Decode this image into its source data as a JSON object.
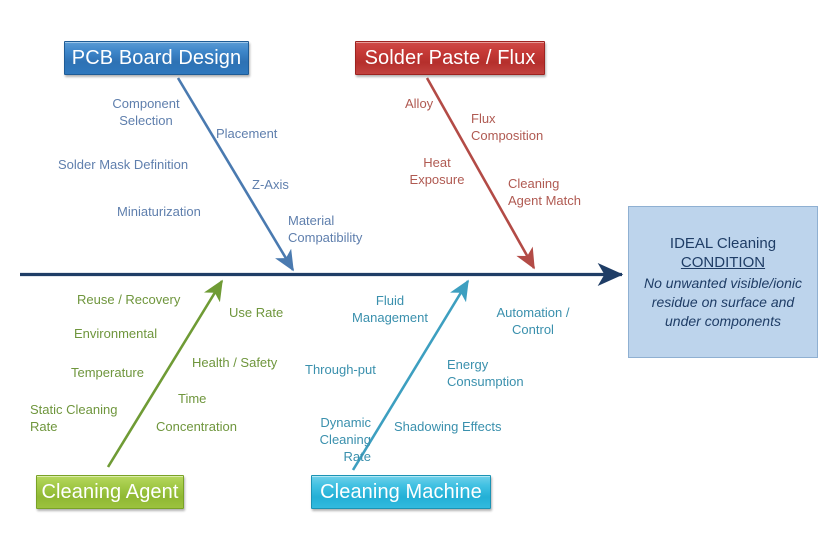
{
  "diagram": {
    "type": "fishbone-ishikawa",
    "title": "Cleaning process cause and effect diagram"
  },
  "spine": {
    "color": "#1f3d66",
    "label": "main-spine-arrow"
  },
  "categories": [
    {
      "id": "pcb-board-design",
      "label": "PCB Board Design",
      "color": "#2e72b4",
      "position": "top-left",
      "branch_color": "#4a7ab0",
      "causes": [
        "Component\nSelection",
        "Placement",
        "Solder Mask Definition",
        "Z-Axis",
        "Miniaturization",
        "Material\nCompatibility"
      ]
    },
    {
      "id": "solder-paste-flux",
      "label": "Solder Paste / Flux",
      "color": "#b52f2c",
      "position": "top-right",
      "branch_color": "#b34b46",
      "causes": [
        "Alloy",
        "Flux\nComposition",
        "Heat\nExposure",
        "Cleaning\nAgent Match"
      ]
    },
    {
      "id": "cleaning-agent",
      "label": "Cleaning Agent",
      "color": "#8fb833",
      "position": "bottom-left",
      "branch_color": "#6f9b35",
      "causes": [
        "Reuse  / Recovery",
        "Use Rate",
        "Environmental",
        "Health / Safety",
        "Temperature",
        "Time",
        "Static Cleaning\nRate",
        "Concentration"
      ]
    },
    {
      "id": "cleaning-machine",
      "label": "Cleaning Machine",
      "color": "#23b0d6",
      "position": "bottom-right",
      "branch_color": "#3d9fc0",
      "causes": [
        "Fluid\nManagement",
        "Automation /\nControl",
        "Through-put",
        "Energy\nConsumption",
        "Dynamic\nCleaning\nRate",
        "Shadowing Effects"
      ]
    }
  ],
  "effect": {
    "heading_line1": "IDEAL Cleaning",
    "heading_line2": "CONDITION",
    "body": "No unwanted visible/ionic residue on surface and under components",
    "background": "#bdd4ec",
    "text_color": "#1f3d66"
  },
  "labels": {
    "pcb_component_selection": "Component\nSelection",
    "pcb_placement": "Placement",
    "pcb_solder_mask": "Solder Mask Definition",
    "pcb_z_axis": "Z-Axis",
    "pcb_miniaturization": "Miniaturization",
    "pcb_material_compat": "Material\nCompatibility",
    "spf_alloy": "Alloy",
    "spf_flux_composition": "Flux\nComposition",
    "spf_heat_exposure": "Heat\nExposure",
    "spf_cleaning_agent_match": "Cleaning\nAgent Match",
    "ca_reuse_recovery": "Reuse  / Recovery",
    "ca_use_rate": "Use Rate",
    "ca_environmental": "Environmental",
    "ca_health_safety": "Health / Safety",
    "ca_temperature": "Temperature",
    "ca_time": "Time",
    "ca_static_cleaning_rate": "Static Cleaning\nRate",
    "ca_concentration": "Concentration",
    "cm_fluid_management": "Fluid\nManagement",
    "cm_automation_control": "Automation /\nControl",
    "cm_through_put": "Through-put",
    "cm_energy_consumption": "Energy\nConsumption",
    "cm_dynamic_cleaning_rate": "Dynamic\nCleaning\nRate",
    "cm_shadowing_effects": "Shadowing Effects",
    "box_pcb": "PCB Board Design",
    "box_solder": "Solder Paste / Flux",
    "box_agent": "Cleaning Agent",
    "box_machine": "Cleaning Machine"
  }
}
